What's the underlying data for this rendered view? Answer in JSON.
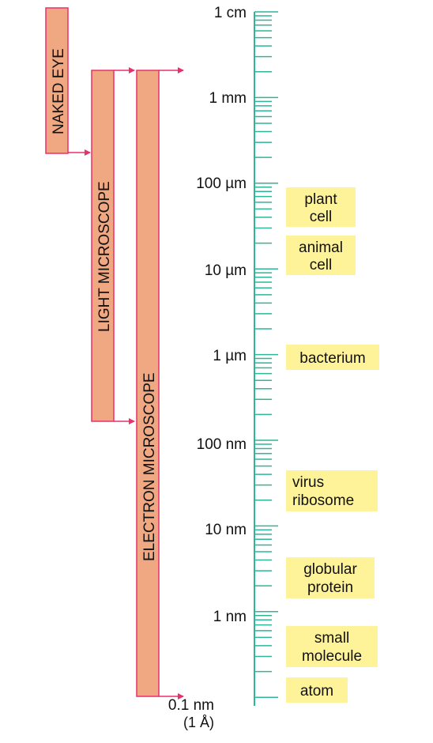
{
  "colors": {
    "bar_fill": "#f0a882",
    "bar_edge": "#e8306a",
    "ruler": "#2fb59a",
    "organism_box": "#fff39a"
  },
  "bars": {
    "naked_eye": "NAKED EYE",
    "light_microscope": "LIGHT MICROSCOPE",
    "electron_microscope": "ELECTRON MICROSCOPE"
  },
  "scale": {
    "cm1": "1 cm",
    "mm1": "1 mm",
    "um100": "100 µm",
    "um10": "10 µm",
    "um1": "1 µm",
    "nm100": "100 nm",
    "nm10": "10 nm",
    "nm1": "1 nm",
    "nm01": "0.1 nm",
    "angstrom": "(1 Å)"
  },
  "organisms": {
    "plant": [
      "plant",
      "cell"
    ],
    "animal": [
      "animal",
      "cell"
    ],
    "bacterium": [
      "bacterium"
    ],
    "virus": [
      "virus",
      "ribosome"
    ],
    "protein": [
      "globular",
      "protein"
    ],
    "molecule": [
      "small",
      "molecule"
    ],
    "atom": [
      "atom"
    ]
  }
}
